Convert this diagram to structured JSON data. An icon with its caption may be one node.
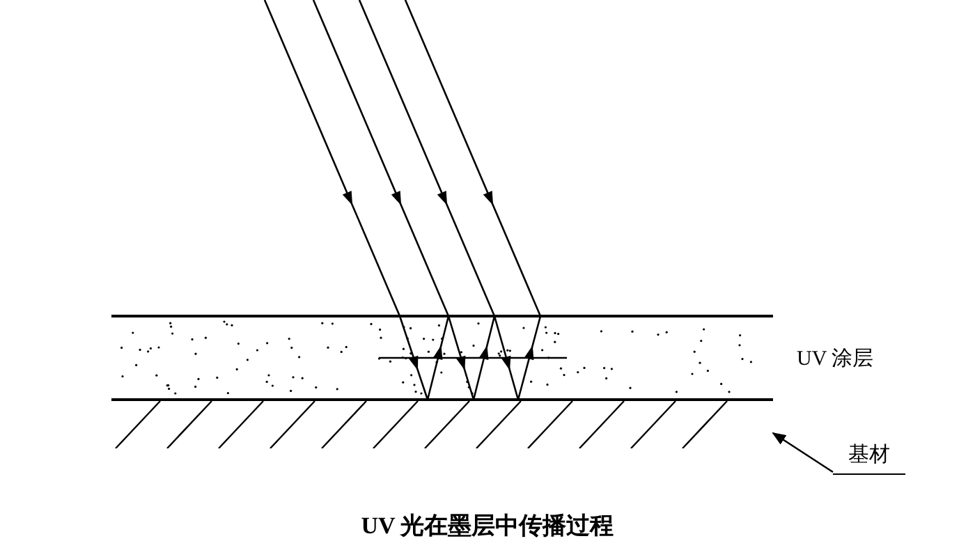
{
  "diagram": {
    "caption": "UV 光在墨层中传播过程",
    "nodes": [
      {
        "text": [
          "基材"
        ]
      },
      {
        "text": [],
        "shape": "bar"
      }
    ],
    "edges": [
      {
        "from": 0,
        "to": 1,
        "arrow": "to"
      }
    ],
    "labels": [
      "UV 涂层"
    ]
  }
}
